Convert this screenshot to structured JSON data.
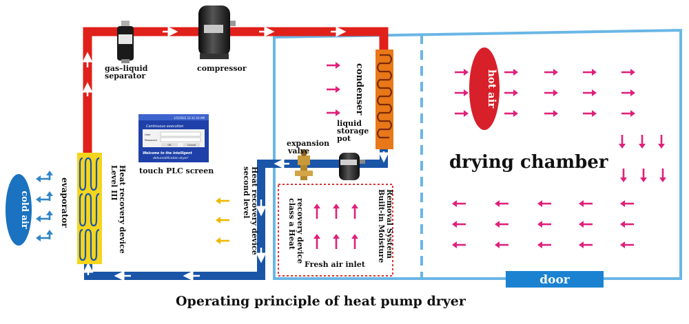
{
  "title": "Operating principle of heat pump dryer",
  "labels": {
    "gas_liquid_separator": [
      "gas–liquid",
      "separator"
    ],
    "compressor": "compressor",
    "condenser": "condenser",
    "evaporator": "evaporator",
    "level3_device": [
      "Level III",
      "Heat recovery device"
    ],
    "second_level_device": [
      "second level",
      "Heat recovery device"
    ],
    "class_a_device": [
      "class a Heat",
      "recovery device"
    ],
    "moisture_system": [
      "Built-in Moisture",
      "Removal System"
    ],
    "fresh_air_inlet": "Fresh air inlet",
    "touch_plc": "touch PLC screen",
    "expansion_valve": [
      "expansion",
      "valve"
    ],
    "liquid_storage_pot": [
      "liquid",
      "storage",
      "pot"
    ],
    "drying_chamber": "drying chamber",
    "hot_air": "hot air",
    "cold_air": "cold air",
    "door": "door"
  },
  "plc_screen": {
    "datetime": "1/5/2022 12:11:10 AM",
    "header": "Continuous execution",
    "user_label": "User",
    "password_label": "Password",
    "ok": "OK",
    "cancel": "Cancel",
    "welcome": "Welcome to the intelligent",
    "subtitle": "dehumidification dryer!"
  },
  "colors": {
    "hot_pipe": "#e0201a",
    "cold_pipe": "#1a55a8",
    "chamber_outline": "#6ab6e6",
    "pink_arrow": "#e0207a",
    "blue_arrow": "#2f86c8",
    "yellow_arrow": "#f0b800",
    "coil_orange": "#e87818",
    "coil_yellow": "#f5d51e",
    "hot_air_ellipse": "#d8202a",
    "cold_air_ellipse": "#1a72c0",
    "door_bar": "#1a82d0",
    "dotted_box": "#e03030"
  }
}
